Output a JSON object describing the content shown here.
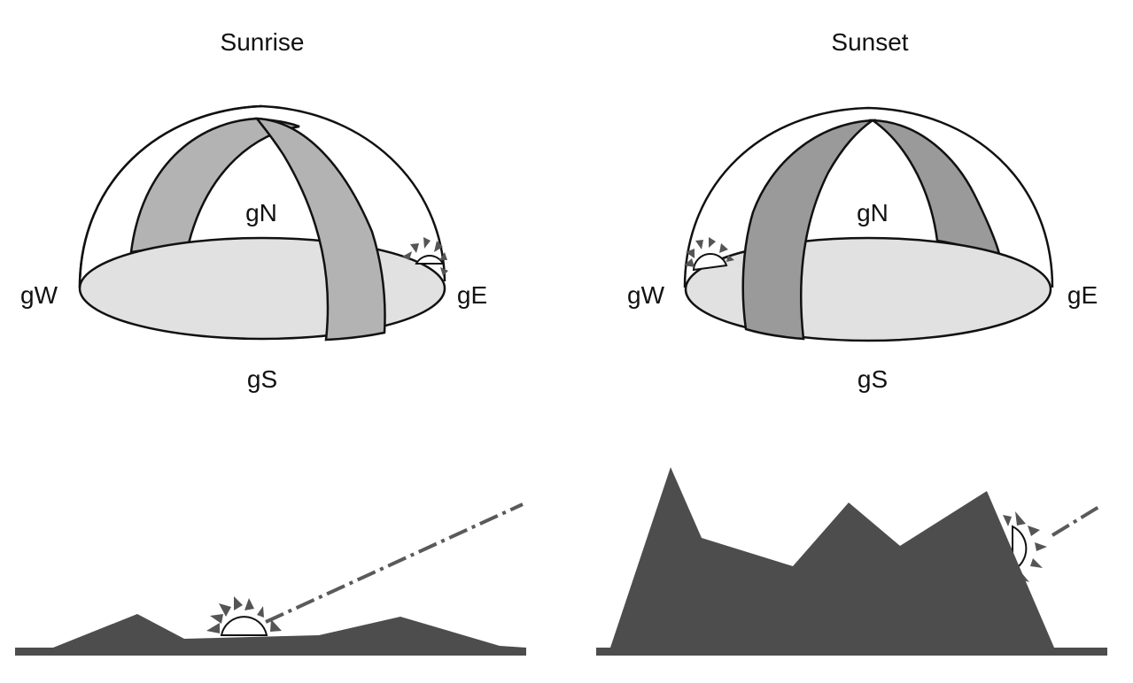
{
  "colors": {
    "background": "#ffffff",
    "outline": "#111111",
    "horizon_disc": "#e1e1e1",
    "sunrise_band": "#b3b3b3",
    "sunset_band": "#9a9a9a",
    "terrain": "#4d4d4d",
    "sun_ray": "#555555",
    "sight_line": "#5a5a5a"
  },
  "panels": {
    "sunrise": {
      "title": "Sunrise",
      "labels": {
        "north": "gN",
        "south": "gS",
        "east": "gE",
        "west": "gW"
      }
    },
    "sunset": {
      "title": "Sunset",
      "labels": {
        "north": "gN",
        "south": "gS",
        "east": "gE",
        "west": "gW"
      }
    }
  },
  "icons": [
    "sun-icon",
    "sight-line"
  ]
}
